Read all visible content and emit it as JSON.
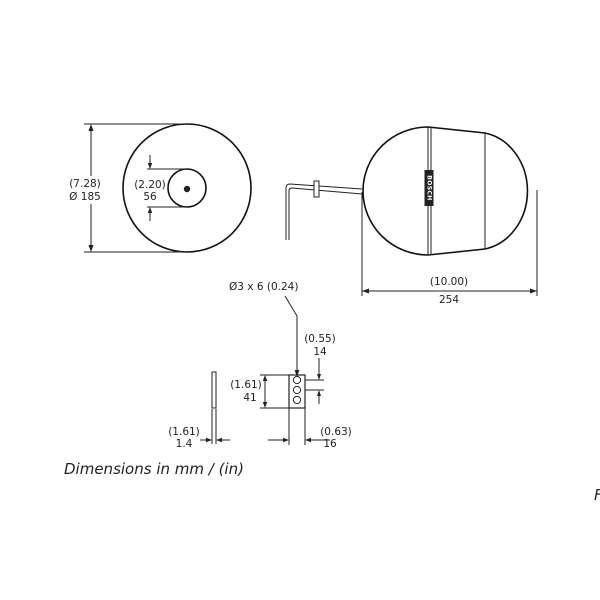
{
  "labels": {
    "diameter_in": "(7.28)",
    "diameter_mm": "Ø 185",
    "hole_in": "(2.20)",
    "hole_mm": "56",
    "length_in": "(10.00)",
    "length_mm": "254",
    "screw": "Ø3 x 6 (0.24)",
    "pitch_in": "(0.55)",
    "pitch_mm": "14",
    "plate_h_in": "(1.61)",
    "plate_h_mm": "41",
    "thick_in": "(1.61)",
    "thick_mm": "1.4",
    "plate_w_in": "(0.63)",
    "plate_w_mm": "16"
  },
  "brand": "BOSCH",
  "caption": "Dimensions in mm / (in)",
  "edge_mark": "F"
}
